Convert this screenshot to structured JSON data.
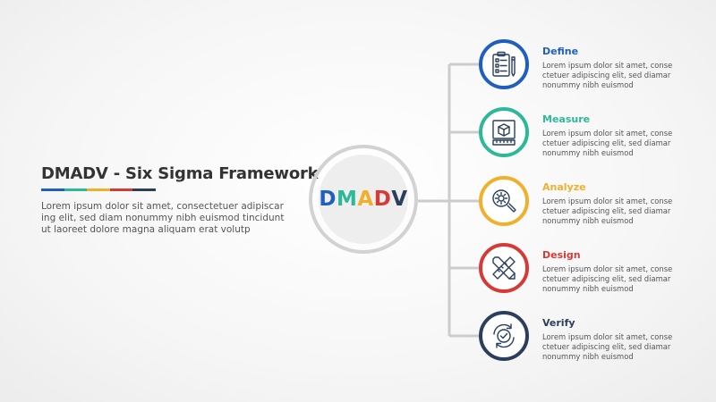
{
  "header": {
    "title": "DMADV - Six Sigma Framework",
    "description": "Lorem ipsum dolor sit amet, consectetuer adipiscar\ning elit, sed diam nonummy nibh euismod tincidunt\nut laoreet dolore magna aliquam erat volutp",
    "underline_colors": [
      "#1f5fbf",
      "#2db89a",
      "#f0b02b",
      "#d63a36",
      "#2b3f5c"
    ]
  },
  "hub": {
    "letters": [
      {
        "char": "D",
        "color": "#1f5fbf"
      },
      {
        "char": "M",
        "color": "#2db89a"
      },
      {
        "char": "A",
        "color": "#f0b02b"
      },
      {
        "char": "D",
        "color": "#d63a36"
      },
      {
        "char": "V",
        "color": "#2b3f5c"
      }
    ]
  },
  "steps": [
    {
      "title": "Define",
      "color": "#1f5fbf",
      "icon": "clipboard-checklist-icon",
      "text": "Lorem ipsum dolor sit amet, conse\nctetuer adipiscing elit, sed diamar\nnonummy nibh euismod"
    },
    {
      "title": "Measure",
      "color": "#2db89a",
      "icon": "box-measure-icon",
      "text": "Lorem ipsum dolor sit amet, conse\nctetuer adipiscing elit, sed diamar\nnonummy nibh euismod"
    },
    {
      "title": "Analyze",
      "color": "#f0b02b",
      "icon": "magnifier-gear-icon",
      "text": "Lorem ipsum dolor sit amet, conse\nctetuer adipiscing elit, sed diamar\nnonummy nibh euismod"
    },
    {
      "title": "Design",
      "color": "#d63a36",
      "icon": "pencil-ruler-icon",
      "text": "Lorem ipsum dolor sit amet, conse\nctetuer adipiscing elit, sed diamar\nnonummy nibh euismod"
    },
    {
      "title": "Verify",
      "color": "#2b3f5c",
      "icon": "check-cycle-icon",
      "text": "Lorem ipsum dolor sit amet, conse\nctetuer adipiscing elit, sed diamar\nnonummy nibh euismod"
    }
  ]
}
